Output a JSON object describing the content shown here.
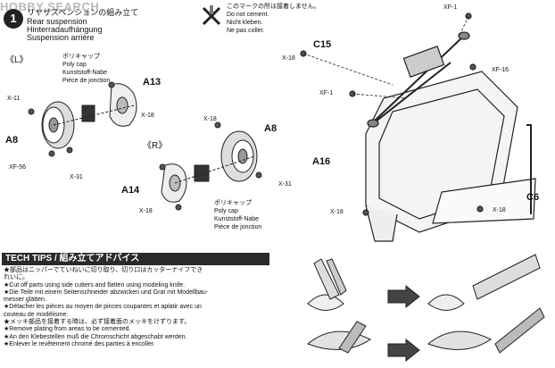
{
  "watermark": "HOBBY SEARCH",
  "step": {
    "number": "1",
    "title_jp": "リヤサスペンションの組み立て",
    "title_en": "Rear suspension",
    "title_de": "Hinterradaufhängung",
    "title_fr": "Suspension arrière"
  },
  "cement_note": {
    "jp": "このマークの所は接着しません。",
    "en": "Do not cement.",
    "de": "Nicht kleben.",
    "fr": "Ne pas coller."
  },
  "left_side": {
    "mark": "《L》",
    "polycap_jp": "ポリキャップ",
    "polycap_en": "Poly cap",
    "polycap_de": "Kunststoff-Nabe",
    "polycap_fr": "Pièce de jonction",
    "parts": [
      "X-11",
      "A13",
      "X-18",
      "A8",
      "XF-56",
      "X-31"
    ]
  },
  "right_side": {
    "mark": "《R》",
    "polycap_jp": "ポリキャップ",
    "polycap_en": "Poly cap",
    "polycap_de": "Kunststoff-Nabe",
    "polycap_fr": "Pièce de jonction",
    "parts": [
      "X-18",
      "A8",
      "A14",
      "X-31",
      "X-18"
    ]
  },
  "main_assembly": {
    "parts": [
      "XF-1",
      "C15",
      "X-18",
      "XF-16",
      "XF-1",
      "A16",
      "C6",
      "X-18",
      "X-18"
    ]
  },
  "tech_tips": {
    "header": "TECH TIPS / 組み立てアドバイス",
    "lines": [
      "★部品はニッパーでていねいに切り取り、切り口はカッターナイフでき",
      "れいに。",
      "★Cut off parts using side cutters and flatten using modeling knife.",
      "★Die Teile mit einem Seitenschneider abzwicken und Grat mit Modellbau-",
      "messer glätten.",
      "★Détacher les pièces au moyen de pinces coupantes et aplatir avec un",
      "couteau de modélisme.",
      "★メッキ部品を接着する時は、必ず接着面のメッキをけずります。",
      "★Remove plating from areas to be cemented.",
      "★An den Klebestellen muß die Chromschicht abgeschabt werden.",
      "★Enlever le revêtement chromé des parties à encoller."
    ]
  }
}
